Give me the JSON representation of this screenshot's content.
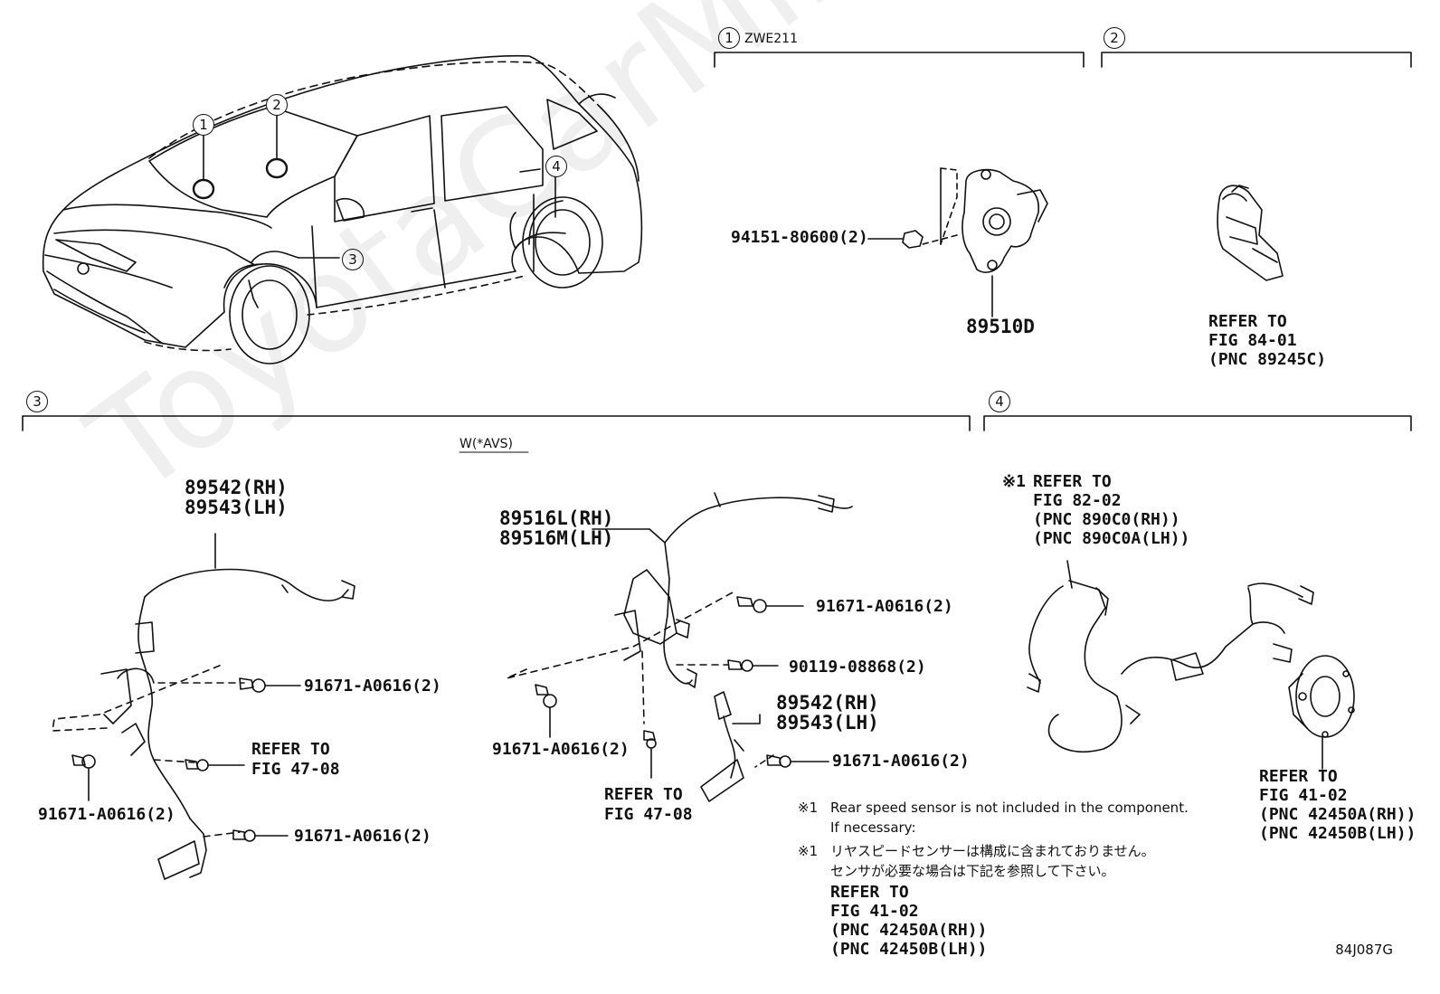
{
  "watermark": "ToyotaCarMine.ru",
  "figure_code": "84J087G",
  "callouts": {
    "c1": "1",
    "c2": "2",
    "c3": "3",
    "c4": "4",
    "vehicle_c1": "1",
    "vehicle_c2": "2",
    "vehicle_c3": "3",
    "vehicle_c4": "4"
  },
  "section1": {
    "label": "ZWE211",
    "part": "89510D",
    "nut": "94151-80600(2)"
  },
  "section2": {
    "refer": "REFER TO",
    "fig": "FIG 84-01",
    "pnc": "(PNC 89245C)"
  },
  "section3": {
    "variant": "W(*AVS)",
    "left_sensor": [
      "89542(RH)",
      "89543(LH)"
    ],
    "left_bolt_top": "91671-A0616(2)",
    "left_refer": [
      "REFER TO",
      "FIG 47-08"
    ],
    "left_bolt_left": "91671-A0616(2)",
    "left_bolt_bottom": "91671-A0616(2)",
    "mid_harness": [
      "89516L(RH)",
      "89516M(LH)"
    ],
    "mid_bolt_top": "91671-A0616(2)",
    "mid_bolt_2": "90119-08868(2)",
    "mid_bolt_left": "91671-A0616(2)",
    "mid_refer": [
      "REFER TO",
      "FIG 47-08"
    ],
    "mid_sensor": [
      "89542(RH)",
      "89543(LH)"
    ],
    "mid_bolt_bottom": "91671-A0616(2)"
  },
  "section4": {
    "mark": "※1",
    "refer_a": [
      "REFER TO",
      "FIG 82-02",
      "(PNC 890C0(RH))",
      "(PNC 890C0A(LH))"
    ],
    "refer_b": [
      "REFER TO",
      "FIG 41-02",
      "(PNC 42450A(RH))",
      "(PNC 42450B(LH))"
    ]
  },
  "notes": {
    "mark1": "※1",
    "en_line1": "Rear speed sensor is not included in the component.",
    "en_line2": "If necessary:",
    "mark2": "※1",
    "jp_line1": "リヤスピードセンサーは構成に含まれておりません。",
    "jp_line2": "センサが必要な場合は下記を参照して下さい。",
    "refer": [
      "REFER TO",
      "FIG 41-02",
      "(PNC 42450A(RH))",
      "(PNC 42450B(LH))"
    ]
  }
}
